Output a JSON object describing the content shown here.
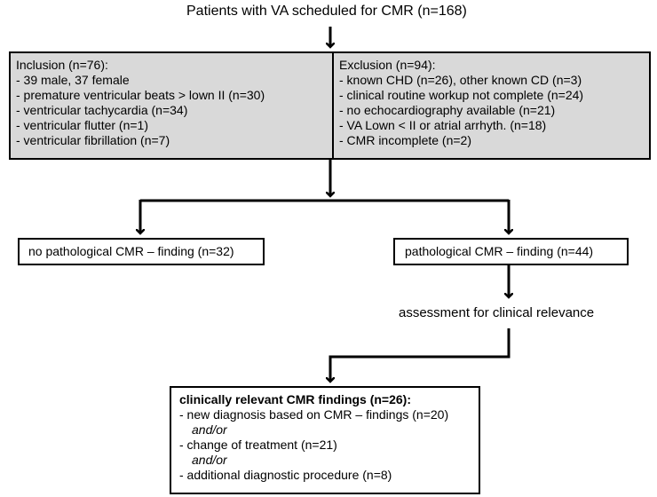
{
  "top_label": "Patients with VA scheduled for CMR (n=168)",
  "inclusion": {
    "title": "Inclusion (n=76):",
    "items": [
      "- 39 male, 37 female",
      "- premature ventricular beats > lown II (n=30)",
      "- ventricular tachycardia (n=34)",
      "- ventricular flutter (n=1)",
      "- ventricular fibrillation (n=7)"
    ]
  },
  "exclusion": {
    "title": "Exclusion (n=94):",
    "items": [
      "- known CHD (n=26), other known CD (n=3)",
      "- clinical routine workup not complete (n=24)",
      "- no echocardiography available (n=21)",
      "- VA Lown < II or atrial arrhyth. (n=18)",
      "- CMR incomplete (n=2)"
    ]
  },
  "no_pathological": "no pathological CMR – finding (n=32)",
  "pathological": "pathological CMR – finding (n=44)",
  "assessment": "assessment for clinical relevance",
  "relevant": {
    "title": "clinically relevant CMR findings (n=26):",
    "line1": "-  new diagnosis based on CMR – findings (n=20)",
    "andor1": "and/or",
    "line2": "- change of treatment (n=21)",
    "andor2": "and/or",
    "line3": "- additional diagnostic procedure (n=8)"
  }
}
